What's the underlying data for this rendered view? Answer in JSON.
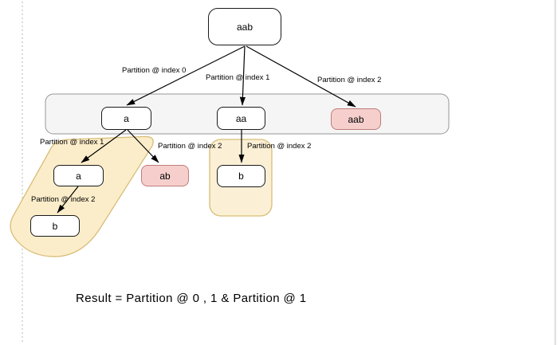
{
  "colors": {
    "node_fill": "#ffffff",
    "node_stroke": "#1a1a1a",
    "red_fill": "#f6cfcc",
    "red_stroke": "#bd7d7b",
    "band_fill": "#fcedca",
    "box_fill": "#fbf0d5",
    "highlight_stroke": "#d8bd78",
    "level_band_fill": "#f5f5f5",
    "level_band_stroke": "#969696",
    "arrow": "#000000",
    "dashed_line": "#b9b9b9",
    "page_edge": "#dcdcdc",
    "text": "#000000"
  },
  "nodes": {
    "root": "aab",
    "l1_a": "a",
    "l1_aa": "aa",
    "l1_aab": "aab",
    "l2_a": "a",
    "l2_ab": "ab",
    "l2_b": "b",
    "l3_b": "b"
  },
  "edge_labels": {
    "e0": "Partition @ index 0",
    "e1": "Partition @ index 1",
    "e2": "Partition @ index 2",
    "e3": "Partition @ index 1",
    "e4": "Partition @ index 2",
    "e5": "Partition @ index 2",
    "e6": "Partition @ index 2"
  },
  "result": {
    "text": "Result = Partition @ 0 , 1 & Partition @ 1"
  }
}
